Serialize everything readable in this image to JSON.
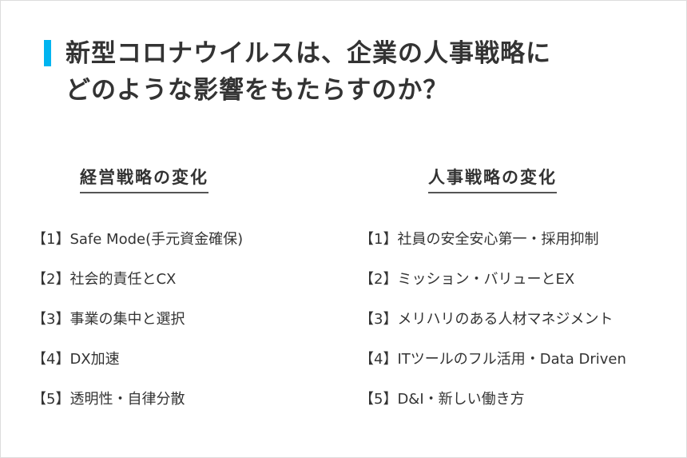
{
  "title": {
    "line1": "新型コロナウイルスは、企業の人事戦略に",
    "line2": "どのような影響をもたらすのか？"
  },
  "left": {
    "heading": "経営戦略の変化",
    "items": [
      "【1】Safe Mode(手元資金確保)",
      "【2】社会的責任とCX",
      "【3】事業の集中と選択",
      "【4】DX加速",
      "【5】透明性・自律分散"
    ]
  },
  "right": {
    "heading": "人事戦略の変化",
    "items": [
      "【1】社員の安全安心第一・採用抑制",
      "【2】ミッション・バリューとEX",
      "【3】メリハリのある人材マネジメント",
      "【4】ITツールのフル活用・Data Driven",
      "【5】D&I・新しい働き方"
    ]
  },
  "colors": {
    "accent": "#00b4f0",
    "text": "#333333"
  }
}
